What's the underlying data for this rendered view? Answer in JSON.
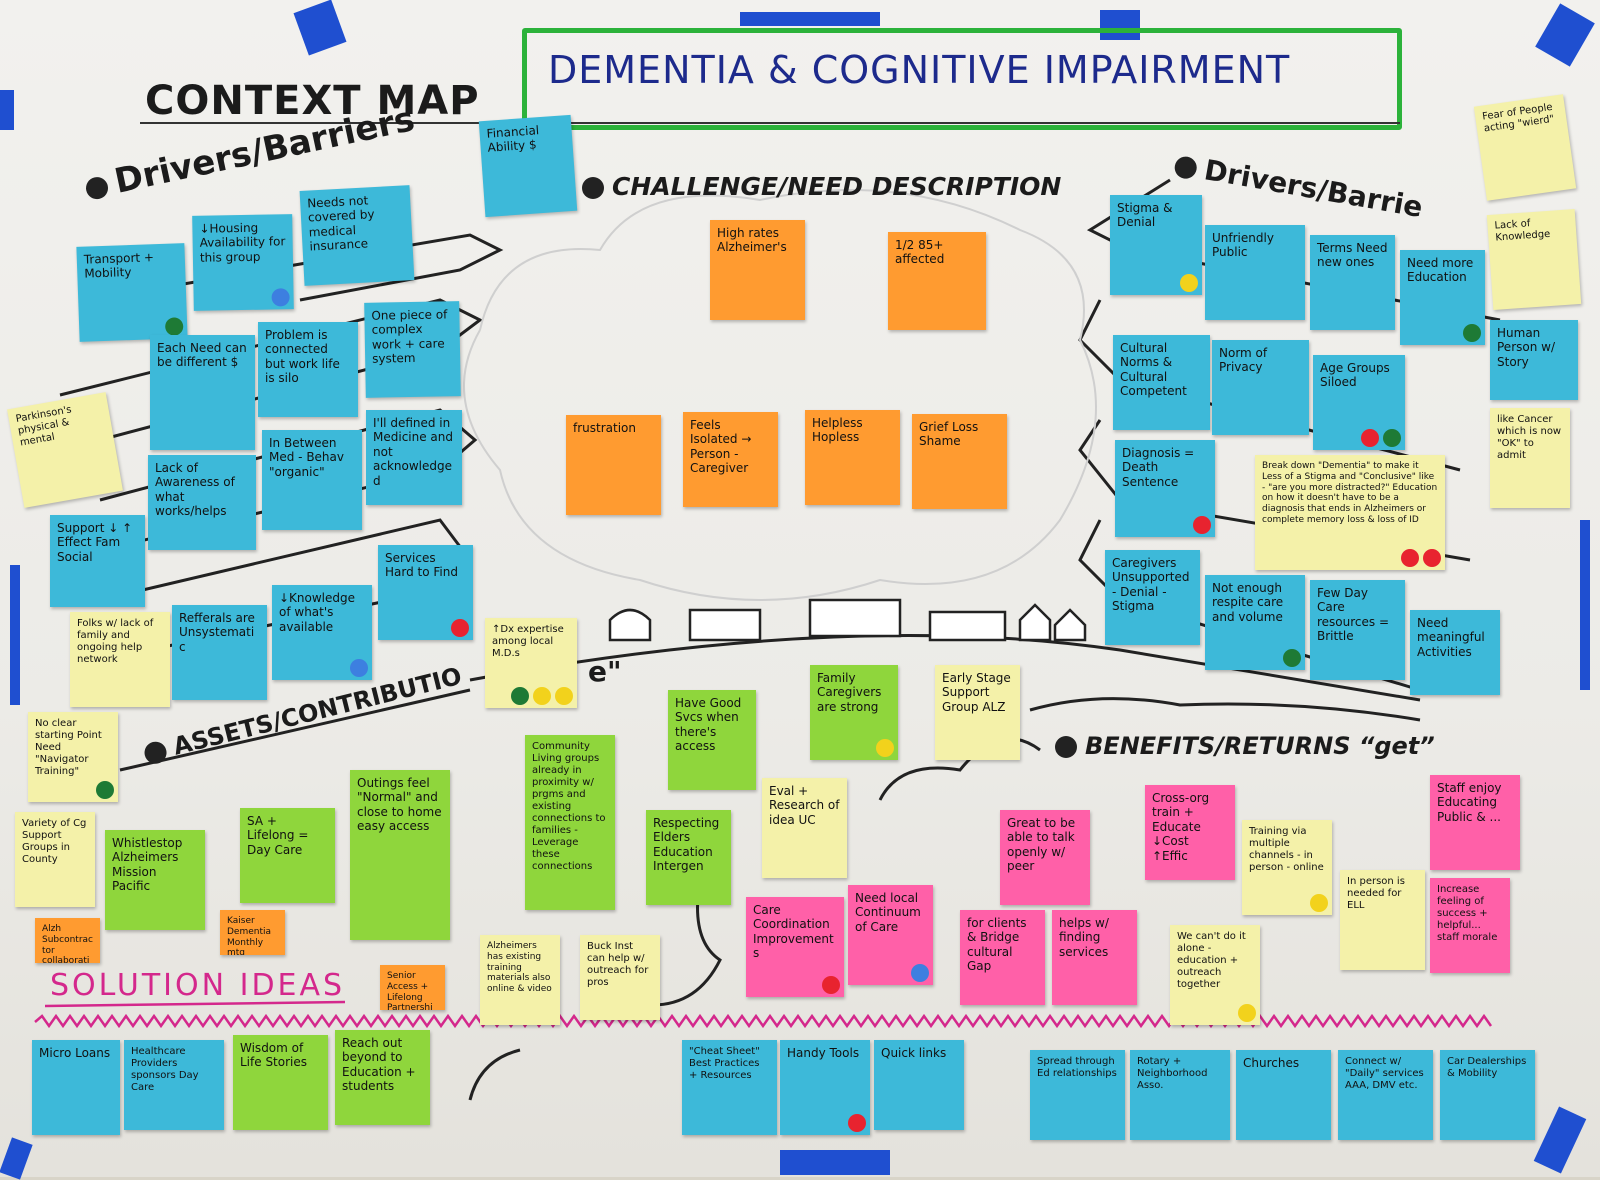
{
  "header": {
    "context_map": "CONTEXT MAP",
    "title": "DEMENTIA & COGNITIVE IMPAIRMENT"
  },
  "sections": {
    "drivers_left": "Drivers/Barriers",
    "drivers_right": "Drivers/Barrie",
    "challenge": "CHALLENGE/NEED DESCRIPTION",
    "assets": "ASSETS/CONTRIBUTIO",
    "assets_fragment": "e\"",
    "benefits": "BENEFITS/RETURNS “get”",
    "solutions": "SOLUTION IDEAS"
  },
  "colors": {
    "blue_note": "#3db9d9",
    "yellow_note": "#f4f1a9",
    "orange_note": "#ff9b30",
    "green_note": "#8fd63c",
    "pink_note": "#ff60a8",
    "title_border": "#2cb23a",
    "title_text": "#1d2a8c",
    "tape": "#1f4fd0",
    "solution_ink": "#d4288c"
  },
  "notes": [
    {
      "text": "Transport + Mobility",
      "color": "blue",
      "dots": [
        "green"
      ]
    },
    {
      "text": "↓Housing Availability for this group",
      "color": "blue",
      "dots": [
        "blue"
      ]
    },
    {
      "text": "Needs not covered by medical insurance",
      "color": "blue",
      "dots": []
    },
    {
      "text": "Financial Ability $",
      "color": "blue",
      "dots": []
    },
    {
      "text": "Each Need can be different $",
      "color": "blue",
      "dots": []
    },
    {
      "text": "Problem is connected but work life is silo",
      "color": "blue",
      "dots": []
    },
    {
      "text": "One piece of complex work + care system",
      "color": "blue",
      "dots": []
    },
    {
      "text": "Parkinson's physical & mental",
      "color": "yellow",
      "dots": []
    },
    {
      "text": "Lack of Awareness of what works/helps",
      "color": "blue",
      "dots": []
    },
    {
      "text": "In Between Med - Behav \"organic\"",
      "color": "blue",
      "dots": []
    },
    {
      "text": "I'll defined in Medicine and not acknowledged",
      "color": "blue",
      "dots": []
    },
    {
      "text": "Support ↓ ↑ Effect Fam Social",
      "color": "blue",
      "dots": []
    },
    {
      "text": "Services Hard to Find",
      "color": "blue",
      "dots": [
        "red"
      ]
    },
    {
      "text": "Folks w/ lack of family and ongoing help network",
      "color": "yellow",
      "dots": []
    },
    {
      "text": "Refferals are Unsystematic",
      "color": "blue",
      "dots": []
    },
    {
      "text": "↓Knowledge of what's available",
      "color": "blue",
      "dots": [
        "blue"
      ]
    },
    {
      "text": "No clear starting Point Need \"Navigator Training\"",
      "color": "yellow",
      "dots": [
        "green"
      ]
    },
    {
      "text": "High rates Alzheimer's",
      "color": "orange",
      "dots": []
    },
    {
      "text": "1/2 85+ affected",
      "color": "orange",
      "dots": []
    },
    {
      "text": "frustration",
      "color": "orange",
      "dots": []
    },
    {
      "text": "Feels Isolated → Person - Caregiver",
      "color": "orange",
      "dots": []
    },
    {
      "text": "Helpless Hopless",
      "color": "orange",
      "dots": []
    },
    {
      "text": "Grief Loss Shame",
      "color": "orange",
      "dots": []
    },
    {
      "text": "Stigma & Denial",
      "color": "blue",
      "dots": [
        "yellow"
      ]
    },
    {
      "text": "Unfriendly Public",
      "color": "blue",
      "dots": []
    },
    {
      "text": "Terms Need new ones",
      "color": "blue",
      "dots": []
    },
    {
      "text": "Need more Education",
      "color": "blue",
      "dots": [
        "green"
      ]
    },
    {
      "text": "Fear of People acting \"wierd\"",
      "color": "yellow",
      "dots": []
    },
    {
      "text": "Lack of Knowledge",
      "color": "yellow",
      "dots": []
    },
    {
      "text": "Cultural Norms & Cultural Competent",
      "color": "blue",
      "dots": []
    },
    {
      "text": "Norm of Privacy",
      "color": "blue",
      "dots": []
    },
    {
      "text": "Age Groups Siloed",
      "color": "blue",
      "dots": [
        "green",
        "red"
      ]
    },
    {
      "text": "Human Person w/ Story",
      "color": "blue",
      "dots": []
    },
    {
      "text": "like Cancer which is now \"OK\" to admit",
      "color": "yellow",
      "dots": []
    },
    {
      "text": "Diagnosis = Death Sentence",
      "color": "blue",
      "dots": [
        "red"
      ]
    },
    {
      "text": "Break down \"Dementia\" to make it Less of a Stigma and \"Conclusive\" like - \"are you more distracted?\" Education on how it doesn't have to be a diagnosis that ends in Alzheimers or complete memory loss & loss of ID",
      "color": "yellow",
      "dots": [
        "red",
        "red"
      ]
    },
    {
      "text": "Caregivers Unsupported - Denial - Stigma",
      "color": "blue",
      "dots": []
    },
    {
      "text": "Not enough respite care and volume",
      "color": "blue",
      "dots": [
        "green"
      ]
    },
    {
      "text": "Few Day Care resources = Brittle",
      "color": "blue",
      "dots": []
    },
    {
      "text": "Need meaningful Activities",
      "color": "blue",
      "dots": []
    },
    {
      "text": "↑Dx expertise among local M.D.s",
      "color": "yellow",
      "dots": [
        "yellow",
        "yellow",
        "green"
      ]
    },
    {
      "text": "Variety of Cg Support Groups in County",
      "color": "yellow",
      "dots": []
    },
    {
      "text": "Alzh Subcontractor collaboration",
      "color": "orange",
      "dots": []
    },
    {
      "text": "Whistlestop Alzheimers Mission Pacific",
      "color": "green",
      "dots": []
    },
    {
      "text": "SA + Lifelong = Day Care",
      "color": "green",
      "dots": []
    },
    {
      "text": "Kaiser Dementia Monthly mtg",
      "color": "orange",
      "dots": []
    },
    {
      "text": "Outings feel \"Normal\" and close to home easy access",
      "color": "green",
      "dots": []
    },
    {
      "text": "Senior Access + Lifelong Partnership",
      "color": "orange",
      "dots": []
    },
    {
      "text": "Community Living groups already in proximity w/ prgms and existing connections to families - Leverage these connections",
      "color": "green",
      "dots": []
    },
    {
      "text": "Have Good Svcs when there's access",
      "color": "green",
      "dots": []
    },
    {
      "text": "Respecting Elders Education Intergen",
      "color": "green",
      "dots": []
    },
    {
      "text": "Family Caregivers are strong",
      "color": "green",
      "dots": [
        "yellow"
      ]
    },
    {
      "text": "Early Stage Support Group ALZ",
      "color": "yellow",
      "dots": []
    },
    {
      "text": "Eval + Research of idea UC",
      "color": "yellow",
      "dots": []
    },
    {
      "text": "Alzheimers has existing training materials also online & video",
      "color": "yellow",
      "dots": []
    },
    {
      "text": "Buck Inst can help w/ outreach for pros",
      "color": "yellow",
      "dots": []
    },
    {
      "text": "Care Coordination Improvements",
      "color": "pink",
      "dots": [
        "red"
      ]
    },
    {
      "text": "Need local Continuum of Care",
      "color": "pink",
      "dots": [
        "blue"
      ]
    },
    {
      "text": "Great to be able to talk openly w/ peer",
      "color": "pink",
      "dots": []
    },
    {
      "text": "for clients & Bridge cultural Gap",
      "color": "pink",
      "dots": []
    },
    {
      "text": "helps w/ finding services",
      "color": "pink",
      "dots": []
    },
    {
      "text": "Cross-org train + Educate ↓Cost ↑Effic",
      "color": "pink",
      "dots": []
    },
    {
      "text": "Training via multiple channels - in person - online",
      "color": "yellow",
      "dots": [
        "yellow"
      ]
    },
    {
      "text": "In person is needed for ELL",
      "color": "yellow",
      "dots": []
    },
    {
      "text": "We can't do it alone - education + outreach together",
      "color": "yellow",
      "dots": [
        "yellow"
      ]
    },
    {
      "text": "Staff enjoy Educating Public & ...",
      "color": "pink",
      "dots": []
    },
    {
      "text": "Increase feeling of success + helpful... staff morale",
      "color": "pink",
      "dots": []
    },
    {
      "text": "Micro Loans",
      "color": "blue",
      "dots": []
    },
    {
      "text": "Healthcare Providers sponsors Day Care",
      "color": "blue",
      "dots": []
    },
    {
      "text": "Wisdom of Life Stories",
      "color": "green",
      "dots": []
    },
    {
      "text": "Reach out beyond to Education + students",
      "color": "green",
      "dots": []
    },
    {
      "text": "\"Cheat Sheet\" Best Practices + Resources",
      "color": "blue",
      "dots": []
    },
    {
      "text": "Handy Tools",
      "color": "blue",
      "dots": [
        "red"
      ]
    },
    {
      "text": "Quick links",
      "color": "blue",
      "dots": []
    },
    {
      "text": "Spread through Ed relationships",
      "color": "blue",
      "dots": []
    },
    {
      "text": "Rotary + Neighborhood Asso.",
      "color": "blue",
      "dots": []
    },
    {
      "text": "Churches",
      "color": "blue",
      "dots": []
    },
    {
      "text": "Connect w/ \"Daily\" services AAA, DMV etc.",
      "color": "blue",
      "dots": []
    },
    {
      "text": "Car Dealerships & Mobility",
      "color": "blue",
      "dots": []
    }
  ]
}
